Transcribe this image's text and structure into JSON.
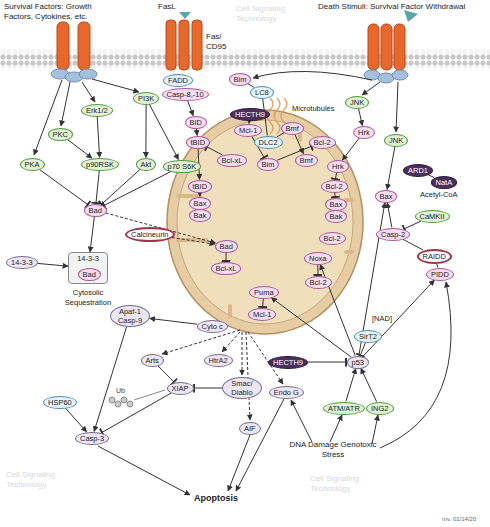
{
  "diagram": {
    "nodes": [
      {
        "text": [
          "FADD"
        ]
      },
      {
        "text": [
          "Casp-8,-10"
        ]
      },
      {
        "text": [
          "Bim"
        ]
      },
      {
        "text": [
          "LC8"
        ]
      },
      {
        "text": [
          "HECTH9"
        ]
      },
      {
        "text": [
          "Mcl-1"
        ]
      },
      {
        "text": [
          "DLC2"
        ]
      },
      {
        "text": [
          "Bmf"
        ]
      },
      {
        "text": [
          "PI3K"
        ]
      },
      {
        "text": [
          "Erk1/2"
        ]
      },
      {
        "text": [
          "PKC"
        ]
      },
      {
        "text": [
          "BID"
        ]
      },
      {
        "text": [
          "JNK"
        ]
      },
      {
        "text": [
          "Hrk"
        ]
      },
      {
        "text": [
          "JNK"
        ]
      },
      {
        "text": [
          "PKA"
        ]
      },
      {
        "text": [
          "p90RSK"
        ]
      },
      {
        "text": [
          "Akt"
        ]
      },
      {
        "text": [
          "p70 S6K"
        ]
      },
      {
        "text": [
          "tBID"
        ]
      },
      {
        "text": [
          "Bcl-xL"
        ]
      },
      {
        "text": [
          "Bim"
        ]
      },
      {
        "text": [
          "Bcl-2"
        ]
      },
      {
        "text": [
          "Bmf"
        ]
      },
      {
        "text": [
          "tBID"
        ]
      },
      {
        "text": [
          "Bax"
        ]
      },
      {
        "text": [
          "Bak"
        ]
      },
      {
        "text": [
          "Hrk"
        ]
      },
      {
        "text": [
          "Bcl-2"
        ]
      },
      {
        "text": [
          "Bax"
        ]
      },
      {
        "text": [
          "Bak"
        ]
      },
      {
        "text": [
          "ARD1"
        ]
      },
      {
        "text": [
          "NatA"
        ]
      },
      {
        "text": [
          "Bax"
        ]
      },
      {
        "text": [
          "CaMKII"
        ]
      },
      {
        "text": [
          "Casp-2"
        ]
      },
      {
        "text": [
          "Bcl-2"
        ]
      },
      {
        "text": [
          "RAIDD"
        ]
      },
      {
        "text": [
          "PIDD"
        ]
      },
      {
        "text": [
          "Bad"
        ]
      },
      {
        "text": [
          "Calcineurin"
        ]
      },
      {
        "text": [
          "Bad"
        ]
      },
      {
        "text": [
          "Bcl-xL"
        ]
      },
      {
        "text": [
          "Noxa"
        ]
      },
      {
        "text": [
          "Bcl-2"
        ]
      },
      {
        "text": [
          "14-3-3"
        ]
      },
      {
        "text": [
          "14-3-3"
        ]
      },
      {
        "text": [
          "Bad"
        ],
        "in": 46
      },
      {
        "text": [
          "Puma"
        ]
      },
      {
        "text": [
          "Mcl-1"
        ]
      },
      {
        "text": [
          "Cyto c"
        ]
      },
      {
        "text": [
          "Apaf-1 Casp-9"
        ]
      },
      {
        "text": [
          "SirT2"
        ]
      },
      {
        "text": [
          "Arts"
        ]
      },
      {
        "text": [
          "HtrA2"
        ]
      },
      {
        "text": [
          "HECTH9"
        ]
      },
      {
        "text": [
          "p53"
        ]
      },
      {
        "text": [
          "XIAP"
        ]
      },
      {
        "text": [
          "Smac/ Diablo"
        ]
      },
      {
        "text": [
          "Endo G"
        ]
      },
      {
        "text": [
          "HSP60"
        ]
      },
      {
        "text": [
          "ATM/ATR"
        ]
      },
      {
        "text": [
          "ING2"
        ]
      },
      {
        "text": [
          "AIF"
        ]
      },
      {
        "text": [
          "Casp-3"
        ]
      }
    ],
    "edges": [
      {
        "from": 1,
        "to": 11,
        "arrow": "to"
      },
      {
        "from": 11,
        "to": 19,
        "arrow": "to"
      },
      {
        "from": 19,
        "to": 24,
        "arrow": "to"
      },
      {
        "from": 4,
        "to": 5,
        "arrow": "to"
      },
      {
        "from": 2,
        "to": 3,
        "arrow": "none"
      },
      {
        "from": 3,
        "to": 6,
        "arrow": "none"
      },
      {
        "from": 6,
        "to": 7,
        "arrow": "none"
      },
      {
        "from": 8,
        "to": 17,
        "arrow": "to"
      },
      {
        "from": 8,
        "to": 18,
        "arrow": "to"
      },
      {
        "from": 9,
        "to": 16,
        "arrow": "to"
      },
      {
        "from": 10,
        "to": 16,
        "arrow": "to"
      },
      {
        "from": 15,
        "to": 39,
        "arrow": "to"
      },
      {
        "from": 16,
        "to": 39,
        "arrow": "to"
      },
      {
        "from": 17,
        "to": 39,
        "arrow": "to"
      },
      {
        "from": 18,
        "to": 39,
        "arrow": "to"
      },
      {
        "from": 39,
        "to": 46,
        "arrow": "to"
      },
      {
        "from": 45,
        "to": 46,
        "arrow": "to"
      },
      {
        "from": 40,
        "to": 41,
        "arrow": "to"
      },
      {
        "from": 39,
        "to": 41,
        "arrow": "to"
      },
      {
        "from": 41,
        "to": 42,
        "arrow": "to"
      },
      {
        "from": 12,
        "to": 13,
        "arrow": "to"
      },
      {
        "from": 13,
        "to": 27,
        "arrow": "to"
      },
      {
        "from": 27,
        "to": 28,
        "arrow": "to"
      },
      {
        "from": 28,
        "to": 29,
        "arrow": "to"
      },
      {
        "from": 14,
        "to": 33,
        "arrow": "to"
      },
      {
        "from": 31,
        "to": 32,
        "arrow": "none"
      },
      {
        "from": 34,
        "to": 35,
        "arrow": "to"
      },
      {
        "from": 35,
        "to": 33,
        "arrow": "to"
      },
      {
        "from": 37,
        "to": 35,
        "arrow": "none"
      },
      {
        "from": 37,
        "to": 38,
        "arrow": "none"
      },
      {
        "from": 56,
        "to": 33,
        "arrow": "to"
      },
      {
        "from": 56,
        "to": 43,
        "arrow": "to"
      },
      {
        "from": 56,
        "to": 48,
        "arrow": "to"
      },
      {
        "from": 56,
        "to": 38,
        "arrow": "to"
      },
      {
        "from": 52,
        "to": 56,
        "arrow": "to"
      },
      {
        "from": 55,
        "to": 56,
        "arrow": "to"
      },
      {
        "from": 61,
        "to": 56,
        "arrow": "to"
      },
      {
        "from": 62,
        "to": 56,
        "arrow": "to"
      },
      {
        "from": 43,
        "to": 44,
        "arrow": "to"
      },
      {
        "from": 48,
        "to": 49,
        "arrow": "to"
      },
      {
        "from": 50,
        "to": 51,
        "arrow": "to"
      },
      {
        "from": 51,
        "to": 64,
        "arrow": "to"
      },
      {
        "from": 53,
        "to": 57,
        "arrow": "to"
      },
      {
        "from": 57,
        "to": 64,
        "arrow": "to"
      },
      {
        "from": 58,
        "to": 57,
        "arrow": "to"
      },
      {
        "from": 60,
        "to": 64,
        "arrow": "to"
      },
      {
        "from": 21,
        "to": 22,
        "arrow": "to"
      },
      {
        "from": 24,
        "to": 25,
        "arrow": "to"
      },
      {
        "from": 7,
        "to": 23,
        "arrow": "to"
      },
      {
        "from": 20,
        "to": 19,
        "arrow": "to"
      },
      {
        "from": 5,
        "to": 21,
        "arrow": "to"
      }
    ],
    "labels": [
      "Survival Factors: Growth Factors, Cytokines, etc.",
      "FasL",
      "Fas/ CD95",
      "Death Stimuli: Survival Factor Withdrawal",
      "Microtubules",
      "Cytosolic Sequestration",
      "Acetyl-CoA",
      "[NAD]",
      "Ub",
      "DNA Damage Genotoxic Stress",
      "Apoptosis",
      "mv. 01/14/20",
      "Cell Signaling Technology",
      "Cell Signaling Technology",
      "Cell Signaling Technology"
    ]
  }
}
